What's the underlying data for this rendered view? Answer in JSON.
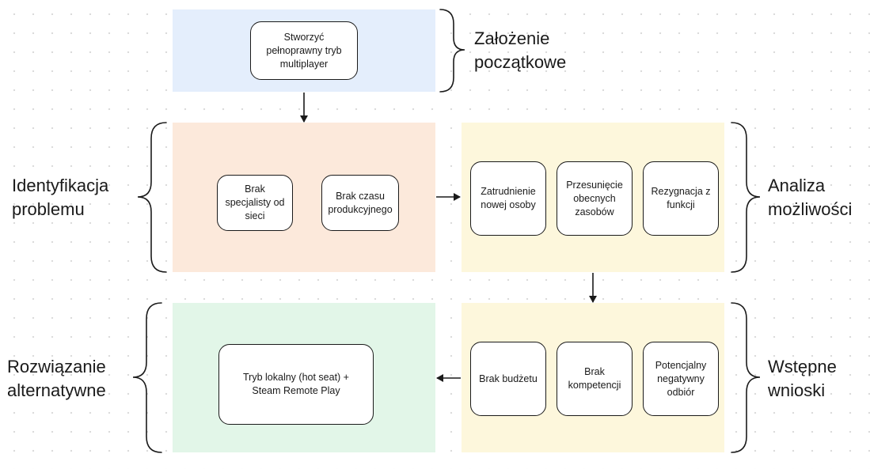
{
  "diagram": {
    "sections": {
      "assumption": {
        "label": "Założenie\npoczątkowe",
        "nodes": [
          "Stworzyć\npełnoprawny tryb\nmultiplayer"
        ]
      },
      "problem": {
        "label": "Identyfikacja\nproblemu",
        "nodes": [
          "Brak\nspecjalisty od\nsieci",
          "Brak czasu\nprodukcyjnego"
        ]
      },
      "options": {
        "label": "Analiza\nmożliwości",
        "nodes": [
          "Zatrudnienie\nnowej osoby",
          "Przesunięcie\nobecnych\nzasobów",
          "Rezygnacja z\nfunkcji"
        ]
      },
      "conclusions": {
        "label": "Wstępne\nwnioski",
        "nodes": [
          "Brak budżetu",
          "Brak\nkompetencji",
          "Potencjalny\nnegatywny\nodbiór"
        ]
      },
      "solution": {
        "label": "Rozwiązanie\nalternatywne",
        "nodes": [
          "Tryb lokalny (hot seat) +\nSteam Remote Play"
        ]
      }
    },
    "colors": {
      "assumption": "#e4eefc",
      "problem": "#fce9db",
      "options": "#fdf7dc",
      "conclusions": "#fdf7dc",
      "solution": "#e2f6e8",
      "stroke": "#1a1a1a"
    },
    "connectors": [
      {
        "from": "assumption",
        "to": "problem"
      },
      {
        "from": "problem",
        "to": "options"
      },
      {
        "from": "options",
        "to": "conclusions"
      },
      {
        "from": "conclusions",
        "to": "solution"
      }
    ]
  }
}
